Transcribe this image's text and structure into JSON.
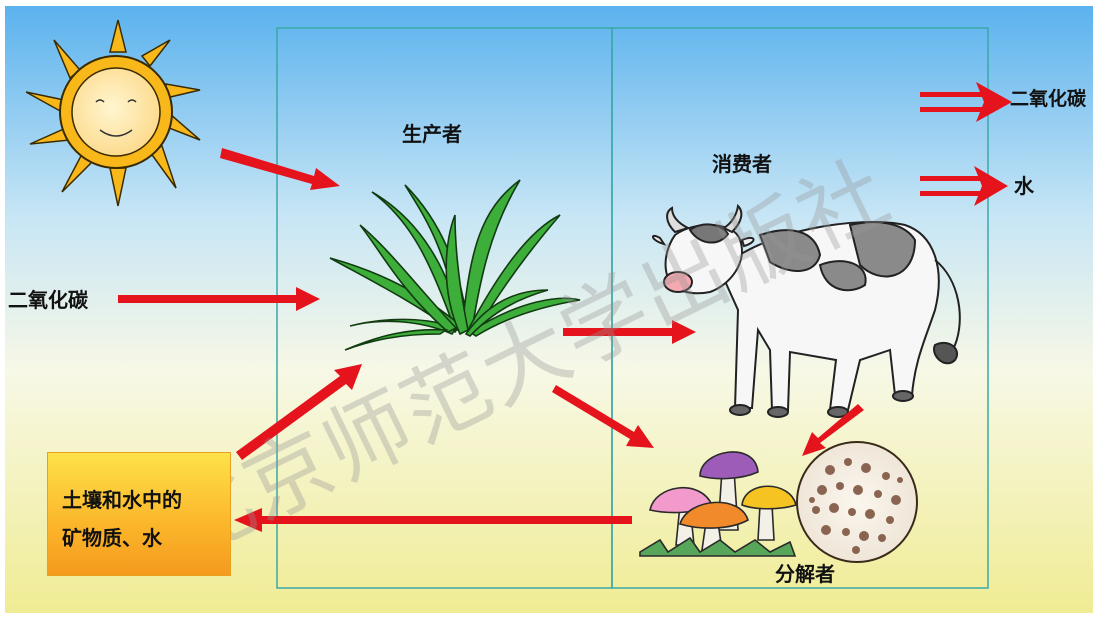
{
  "labels": {
    "producer": "生产者",
    "consumer": "消费者",
    "decomposer": "分解者",
    "co2_in": "二氧化碳",
    "co2_out": "二氧化碳",
    "water_out": "水",
    "soil_line1": "土壤和水中的",
    "soil_line2": "矿物质、水"
  },
  "watermark": "北京师范大学出版社",
  "colors": {
    "arrow": "#e5131c",
    "panel_border": "#3aa8a8",
    "sky_top": "#5bb2ee",
    "ground": "#f2ee9a"
  }
}
